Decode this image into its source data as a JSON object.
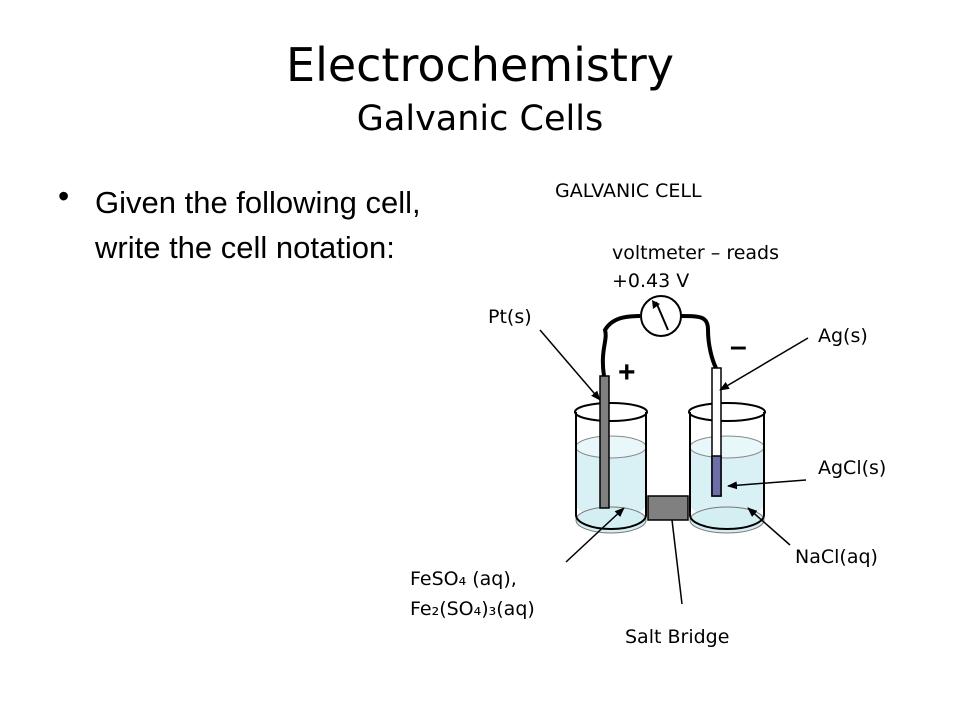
{
  "slide": {
    "title": "Electrochemistry",
    "subtitle": "Galvanic Cells",
    "bullet": "Given the following cell, write the cell notation:"
  },
  "diagram": {
    "heading": "GALVANIC CELL",
    "voltmeter_line1": "voltmeter – reads",
    "voltmeter_line2": "+0.43 V",
    "pt_label": "Pt(s)",
    "ag_label": "Ag(s)",
    "agcl_label": "AgCl(s)",
    "nacl_label": "NaCl(aq)",
    "salt_bridge_label": "Salt Bridge",
    "solution_line1": "FeSO₄ (aq),",
    "solution_line2": "Fe₂(SO₄)₃(aq)",
    "plus_sign": "+",
    "minus_sign": "–"
  }
}
